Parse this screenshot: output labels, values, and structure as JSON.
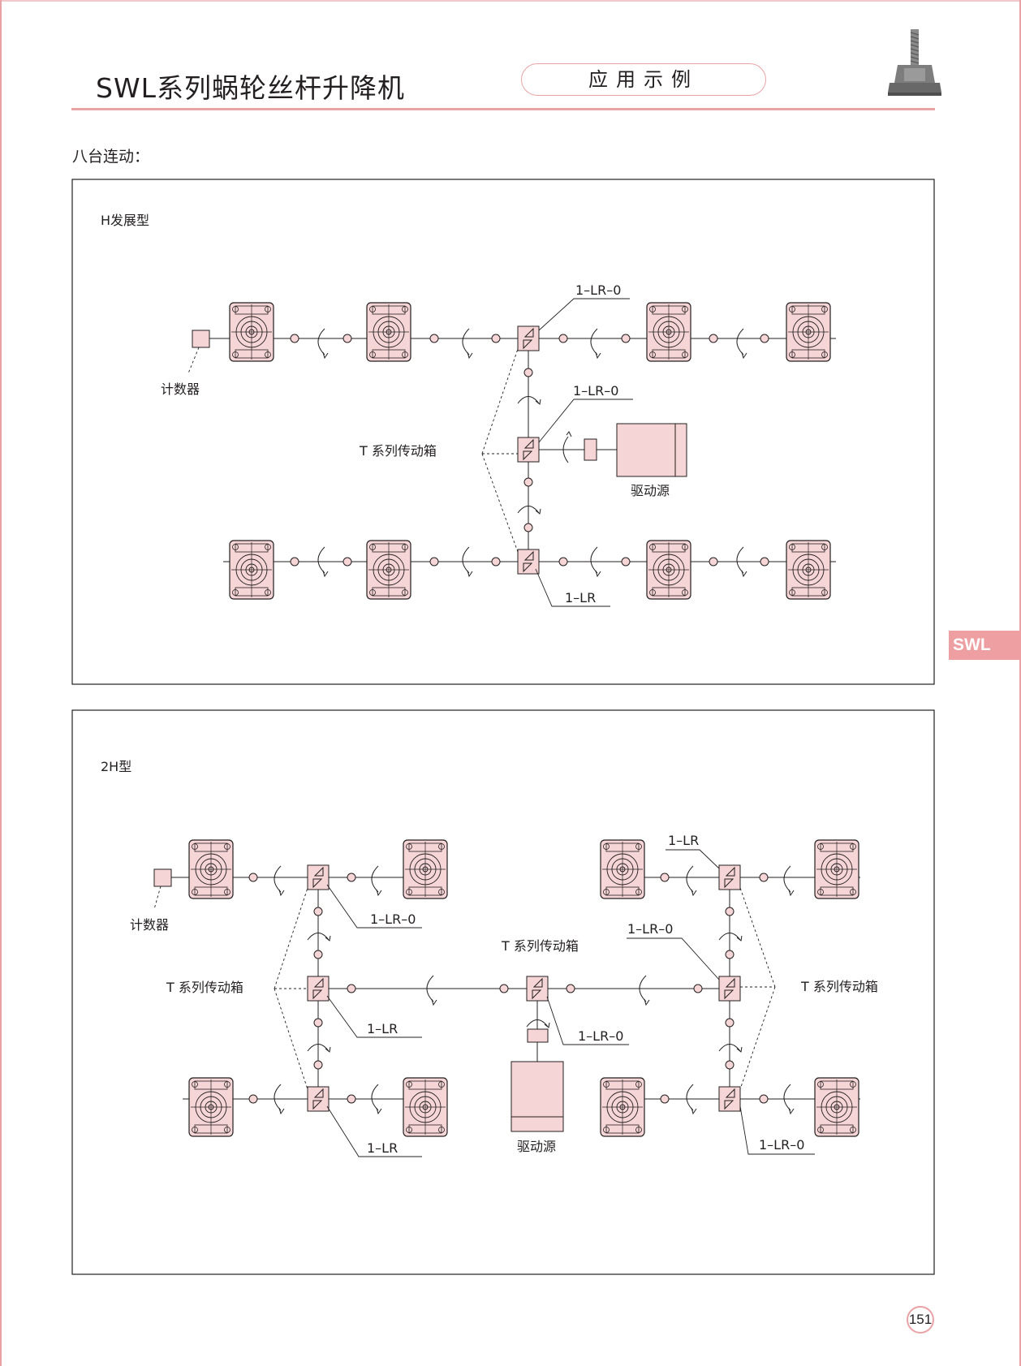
{
  "header": {
    "title": "SWL系列蜗轮丝杆升降机",
    "section_pill": "应用示例",
    "product_image": "screw-jack-photo"
  },
  "section_heading": "八台连动：",
  "side_tab": "SWL",
  "page_number": "151",
  "colors": {
    "accent_pink": "#e9a3a6",
    "fill_pink": "#f6d5d6",
    "line": "#231f20"
  },
  "diagram_h": {
    "title": "H发展型",
    "counter_label": "计数器",
    "gearbox_label": "T 系列传动箱",
    "drive_label": "驱动源",
    "labels": [
      "1–LR–0",
      "1–LR–0",
      "1–LR"
    ]
  },
  "diagram_2h": {
    "title": "2H型",
    "counter_label": "计数器",
    "gearbox_label_left": "T 系列传动箱",
    "gearbox_label_center": "T 系列传动箱",
    "gearbox_label_right": "T 系列传动箱",
    "drive_label": "驱动源",
    "labels": [
      "1–LR",
      "1–LR–0",
      "1–LR–0",
      "1–LR",
      "1–LR–0",
      "1–LR",
      "1–LR–0"
    ]
  }
}
